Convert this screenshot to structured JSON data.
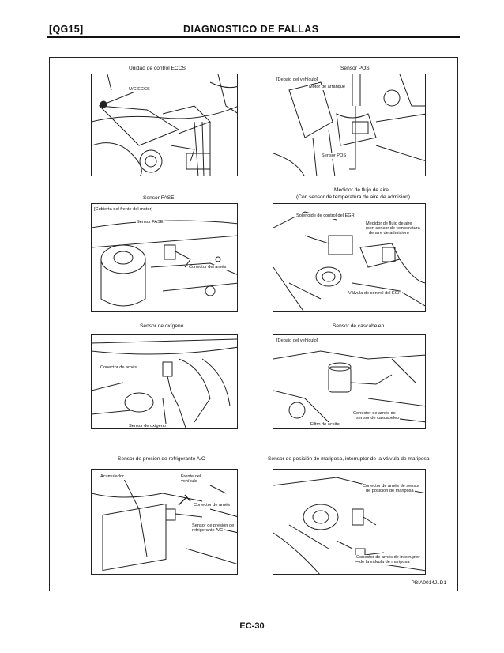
{
  "header": {
    "code": "[QG15]",
    "title": "DIAGNOSTICO DE FALLAS"
  },
  "panels": [
    {
      "title": "Unidad de control ECCS",
      "labels": [
        "U/C ECCS"
      ]
    },
    {
      "title": "Sensor POS",
      "labels": [
        "[Debajo del vehículo]",
        "Motor de arranque",
        "Sensor POS"
      ]
    },
    {
      "title": "Sensor FASE",
      "labels": [
        "[Cubierta del frente del motor]",
        "Sensor FASE",
        "Conector del arnés"
      ]
    },
    {
      "title": "Medidor de flujo de aire",
      "subtitle": "(Con sensor de temperatura de aire de admisión)",
      "labels": [
        "Solenoide de control del EGR",
        "Medidor de flujo de aire",
        "(con sensor de temperatura",
        "de aire de admisión)",
        "Válvula de control del EGR"
      ]
    },
    {
      "title": "Sensor de oxígeno",
      "labels": [
        "Conector de arnés",
        "Sensor de oxígeno"
      ]
    },
    {
      "title": "Sensor de cascabeleo",
      "labels": [
        "[Debajo del vehículo]",
        "Conector de arnés de",
        "sensor de cascabeleo",
        "Filtro de aceite"
      ]
    },
    {
      "title": "Sensor de presión de refrigerante A/C",
      "labels": [
        "Acumulador",
        "Frente del",
        "vehículo",
        "Conector de arnés",
        "Sensor de presión de",
        "refrigerante A/C"
      ]
    },
    {
      "title": "Sensor de posición de mariposa, interruptor de la válvula de mariposa",
      "labels": [
        "Conector de arnés de sensor",
        "de posición de mariposa",
        "Conector de arnés de interruptor",
        "de la válvula de mariposa"
      ]
    }
  ],
  "figure_code": "PBIA0014J..D1",
  "page_number": "EC-30"
}
